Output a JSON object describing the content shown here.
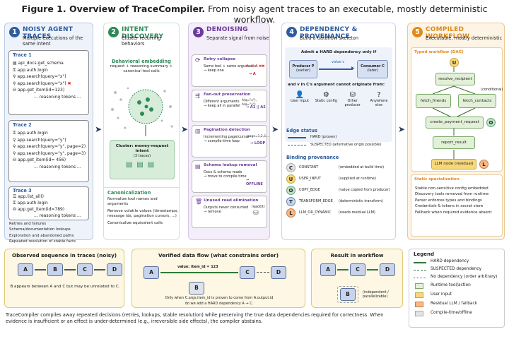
{
  "title": {
    "bold": "Figure 1. Overview of TraceCompiler.",
    "rest": " From noisy agent traces to an executable, mostly deterministic workflow."
  },
  "columns": [
    {
      "num": "1",
      "title": "NOISY AGENT TRACES",
      "subtitle": "Multiple executions of the same intent",
      "color": "#2e5c9e"
    },
    {
      "num": "2",
      "title": "INTENT DISCOVERY",
      "subtitle": "Cluster recurring behaviors",
      "color": "#2f8a5a"
    },
    {
      "num": "3",
      "title": "DENOISING",
      "subtitle": "Separate signal from noise",
      "color": "#6a3b9a"
    },
    {
      "num": "4",
      "title": "DEPENDENCY & PROVENANCE",
      "subtitle": "Build a dataflow skeleton",
      "color": "#2e5c9e"
    },
    {
      "num": "5",
      "title": "COMPILED WORKFLOW",
      "subtitle": "Executable, mostly deterministic",
      "color": "#e08a1c"
    }
  ],
  "traces": [
    {
      "label": "Trace 1",
      "rows": [
        "api_docs.get_schema",
        "app.auth.login",
        "app.search(query=\"x\")",
        "app.search(query=\"x\")",
        "app.get_item(id=123)",
        "... reasoning tokens ..."
      ]
    },
    {
      "label": "Trace 2",
      "rows": [
        "app.auth.login",
        "app.search(query=\"y\")",
        "app.search(query=\"y\", page=2)",
        "app.search(query=\"y\", page=3)",
        "app.get_item(id= 456)",
        "... reasoning tokens ..."
      ]
    },
    {
      "label": "Trace 3",
      "rows": [
        "app.list_all()",
        "app.auth.login",
        "app.get_item(id=789)",
        "... reasoning tokens ..."
      ]
    }
  ],
  "noise_list": [
    "Retries and failures",
    "Schema/documentation lookups",
    "Exploration and abandoned paths",
    "Repeated resolution of stable facts"
  ],
  "intent": {
    "embed_title": "Behavioral embedding",
    "embed_sub": "request + reasoning summary + canonical tool calls",
    "cluster_label": "Cluster: money-request intent",
    "cluster_sub": "(3 traces)",
    "canon_title": "Canonicalization",
    "canon_items": [
      "Normalize tool names and arguments",
      "Remove volatile values (timestamps, message ids, pagination cursors, ...)",
      "Canonicalize equivalent calls"
    ]
  },
  "denoise": [
    {
      "title": "Retry collapse",
      "lines": [
        "Same tool + same arguments",
        "→ keep one"
      ],
      "glyph": "A, A, A ✖✖",
      "result": "→ A"
    },
    {
      "title": "Fan-out preservation",
      "lines": [
        "Different arguments",
        "→ keep all in parallel"
      ],
      "glyph": "A(q=\"x\"), A(q=\"y\")",
      "result": "→ A1 || A2"
    },
    {
      "title": "Pagination detection",
      "lines": [
        "Incrementing page/cursor",
        "→ compile-time loop"
      ],
      "glyph": "page=1,2,3,...",
      "result": "→ LOOP"
    },
    {
      "title": "Schema lookup removal",
      "lines": [
        "Docs & schema reads",
        "→ move to compile time"
      ],
      "glyph": "",
      "result": "→ OFFLINE"
    },
    {
      "title": "Unused read elimination",
      "lines": [
        "Outputs never consumed",
        "→ remove"
      ],
      "glyph": "read(X)",
      "result": ""
    }
  ],
  "dep": {
    "admit": "Admit a HARD dependency only if",
    "producer": "Producer P",
    "producer_sub": "(earlier)",
    "consumer": "Consumer C",
    "consumer_sub": "(later)",
    "value": "value v",
    "cannot": "and v in C's argument cannot originate from:",
    "origins": [
      "User input",
      "Static config",
      "Other producer",
      "Anywhere else"
    ],
    "edge_title": "Edge status",
    "edge_hard": "HARD (proven)",
    "edge_susp": "SUSPECTED (alternative origin possible)",
    "prov_title": "Binding provenance",
    "prov": [
      {
        "code": "C",
        "name": "CONSTANT",
        "desc": "(embedded at build time)",
        "color": "#e3e3e3"
      },
      {
        "code": "U",
        "name": "USER_INPUT",
        "desc": "(supplied at runtime)",
        "color": "#f7d77a"
      },
      {
        "code": "O",
        "name": "COPY_EDGE",
        "desc": "(value copied from producer)",
        "color": "#bfe0c6"
      },
      {
        "code": "T",
        "name": "TRANSFORM_EDGE",
        "desc": "(deterministic transform)",
        "color": "#c6d6ee"
      },
      {
        "code": "L",
        "name": "LLM_OR_DYNAMIC",
        "desc": "(needs residual LLM)",
        "color": "#f4b98a"
      }
    ]
  },
  "workflow": {
    "dag_title": "Typed workflow (DAG)",
    "nodes": {
      "resolve": "resolve_recipient",
      "friends": "fetch_friends",
      "contacts": "fetch_contacts",
      "conditional": "(conditional)",
      "payment": "create_payment_request",
      "report": "report_result",
      "llm": "LLM node (residual)"
    },
    "spec_title": "Static specialization",
    "spec_items": [
      "Stable non-sensitive config embedded",
      "Discovery tools removed from runtime",
      "Parser enforces types and bindings",
      "Credentials & tokens in secret store",
      "Fallback when required evidence absent"
    ]
  },
  "bottom": {
    "observed_title": "Observed sequence in traces (noisy)",
    "observed_note": "B appears between A and C but may be unrelated to C.",
    "verified_title": "Verified data flow (what constrains order)",
    "verified_value": "value: item_id = 123",
    "verified_note1": "Only when C.args.item_id is proven to come from A.output.id",
    "verified_note2": "do we add a HARD dependency A → C.",
    "result_title": "Result in workflow",
    "result_note": "(independent / parallelizable)"
  },
  "legend": {
    "title": "Legend",
    "items": [
      "HARD dependency",
      "SUSPECTED dependency",
      "No dependency (order arbitrary)",
      "Runtime tool/action",
      "User input",
      "Residual LLM / fallback",
      "Compile-time/offline"
    ]
  },
  "caption": "TraceCompiler compiles away repeated decisions (retries, lookups, stable resolution) while preserving the true data dependencies required for correctness. When evidence is insufficient or an effect is under-determined (e.g., irreversible side effects), the compiler abstains."
}
